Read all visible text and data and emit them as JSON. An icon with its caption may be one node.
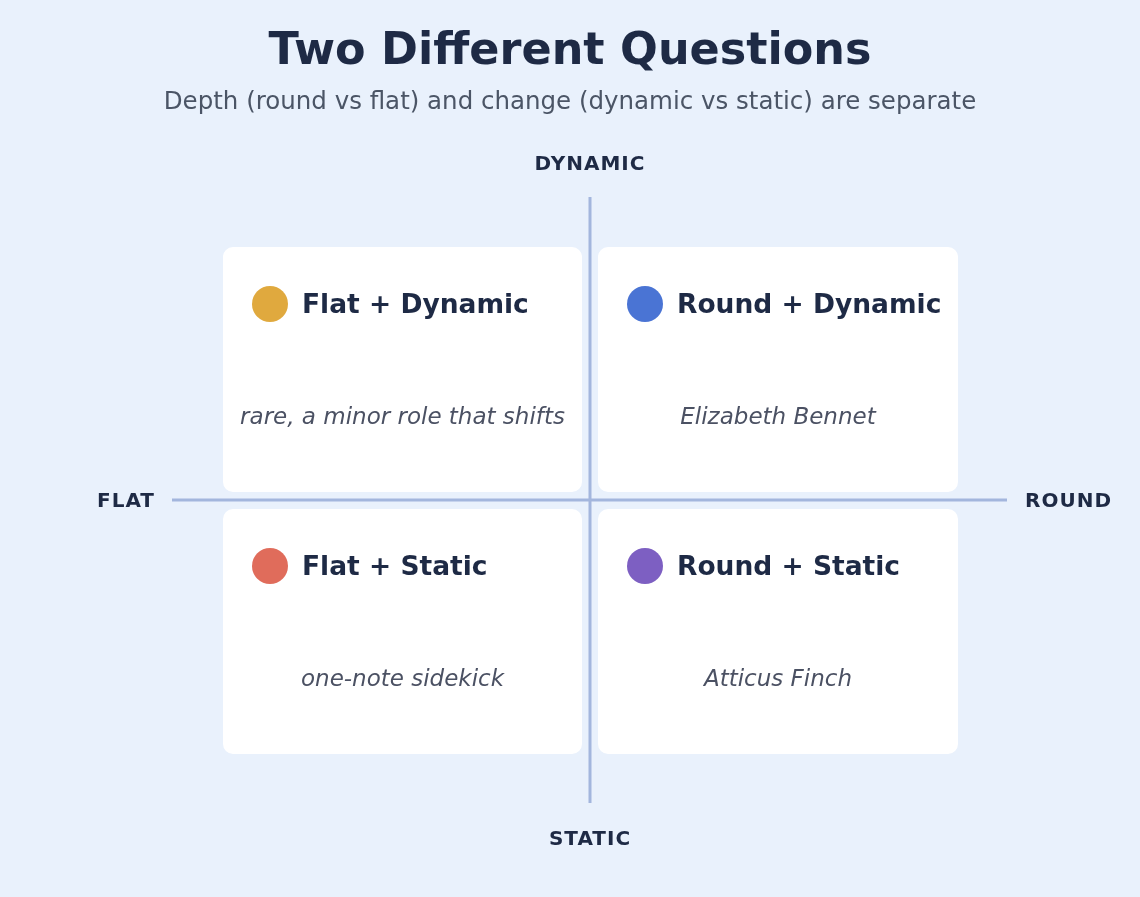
{
  "diagram": {
    "title": "Two Different Questions",
    "nodes": [
      {
        "text": [
          "Flat + Dynamic",
          "rare, a minor role that shifts"
        ]
      },
      {
        "text": [
          "Round + Dynamic",
          "Elizabeth Bennet"
        ]
      },
      {
        "text": [
          "Flat + Static",
          "one-note sidekick"
        ]
      },
      {
        "text": [
          "Round + Static",
          "Atticus Finch"
        ]
      }
    ],
    "labels": [
      "Depth (round vs flat) and change (dynamic vs static) are separate",
      "DYNAMIC",
      "FLAT",
      "ROUND",
      "STATIC"
    ]
  }
}
